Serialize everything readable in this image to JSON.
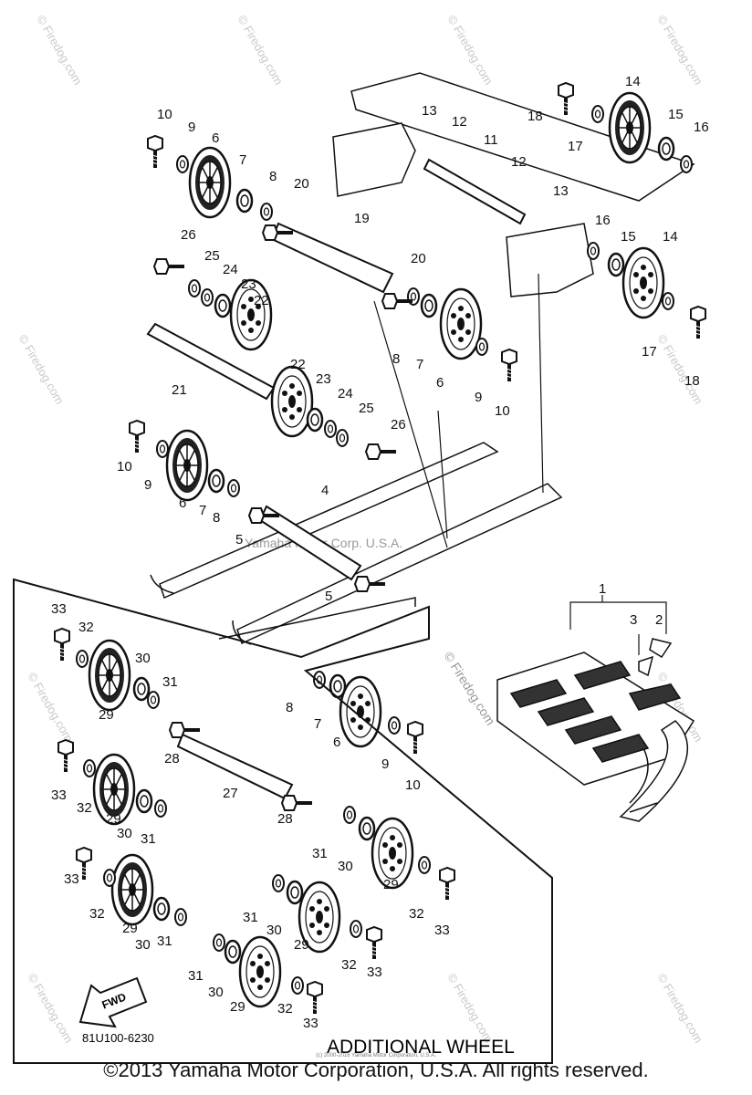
{
  "diagram": {
    "callouts": {
      "c1": "1",
      "c2": "2",
      "c3": "3",
      "c4": "4",
      "c5a": "5",
      "c5b": "5",
      "c6a": "6",
      "c6b": "6",
      "c6c": "6",
      "c6d": "6",
      "c7a": "7",
      "c7b": "7",
      "c7c": "7",
      "c7d": "7",
      "c8a": "8",
      "c8b": "8",
      "c8c": "8",
      "c8d": "8",
      "c9a": "9",
      "c9b": "9",
      "c9c": "9",
      "c9d": "9",
      "c10a": "10",
      "c10b": "10",
      "c10c": "10",
      "c10d": "10",
      "c11": "11",
      "c12a": "12",
      "c12b": "12",
      "c13a": "13",
      "c13b": "13",
      "c14a": "14",
      "c14b": "14",
      "c15a": "15",
      "c15b": "15",
      "c16a": "16",
      "c16b": "16",
      "c17a": "17",
      "c17b": "17",
      "c18a": "18",
      "c18b": "18",
      "c19": "19",
      "c20a": "20",
      "c20b": "20",
      "c21": "21",
      "c22a": "22",
      "c22b": "22",
      "c23a": "23",
      "c23b": "23",
      "c24a": "24",
      "c24b": "24",
      "c25a": "25",
      "c25b": "25",
      "c26a": "26",
      "c26b": "26",
      "c27": "27",
      "c28a": "28",
      "c28b": "28",
      "c29a": "29",
      "c29b": "29",
      "c29c": "29",
      "c29d": "29",
      "c29e": "29",
      "c29f": "29",
      "c30a": "30",
      "c30b": "30",
      "c30c": "30",
      "c30d": "30",
      "c30e": "30",
      "c30f": "30",
      "c31a": "31",
      "c31b": "31",
      "c31c": "31",
      "c31d": "31",
      "c31e": "31",
      "c31f": "31",
      "c32a": "32",
      "c32b": "32",
      "c32c": "32",
      "c32d": "32",
      "c32e": "32",
      "c32f": "32",
      "c33a": "33",
      "c33b": "33",
      "c33c": "33",
      "c33d": "33",
      "c33e": "33",
      "c33f": "33"
    },
    "fwd_label": "FWD",
    "additional_wheel_label": "ADDITIONAL WHEEL",
    "drawing_code": "81U100-6230"
  },
  "watermarks": {
    "site": "© Firedog.com",
    "center": "Yamaha Motor Corp. U.S.A."
  },
  "footer": {
    "fine_print": "(c) 2000-2016 Yamaha Motor Corporation, U.S.A.",
    "copyright": "©2013 Yamaha Motor Corporation, U.S.A. All rights reserved."
  }
}
